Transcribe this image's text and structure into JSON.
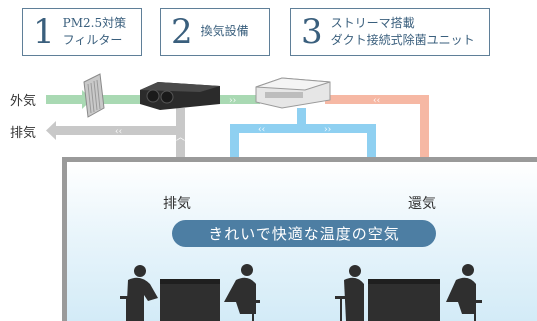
{
  "steps": [
    {
      "number": "1",
      "lines": [
        "PM2.5対策",
        "フィルター"
      ]
    },
    {
      "number": "2",
      "lines": [
        "換気設備"
      ]
    },
    {
      "number": "3",
      "lines": [
        "ストリーマ搭載",
        "ダクト接続式除菌ユニット"
      ]
    }
  ],
  "outside": {
    "intake_label": "外気",
    "exhaust_label": "排気"
  },
  "room": {
    "exhaust_label": "排気",
    "return_label": "還気",
    "tagline": "きれいで快適な温度の空気"
  },
  "colors": {
    "outdoor_air": "#a9d9b3",
    "supply_air": "#8fd0f1",
    "return_air": "#f6b8a4",
    "exhaust_air": "#b9b9b9",
    "accent": "#4d7ea3"
  },
  "icons": [
    "pm25-filter-icon",
    "ventilator-icon",
    "streamer-unit-icon",
    "person-icon",
    "desk-icon"
  ]
}
